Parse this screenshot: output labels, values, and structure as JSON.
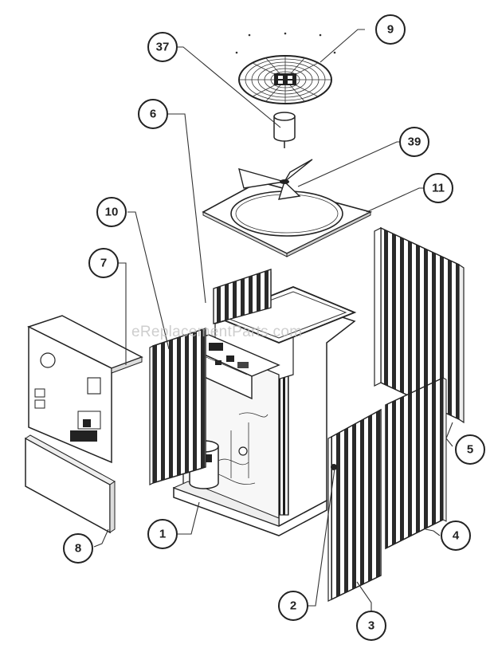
{
  "watermark": "eReplacementParts.com",
  "callouts": [
    {
      "id": "p1",
      "label": "1"
    },
    {
      "id": "p2",
      "label": "2"
    },
    {
      "id": "p3",
      "label": "3"
    },
    {
      "id": "p4",
      "label": "4"
    },
    {
      "id": "p5",
      "label": "5"
    },
    {
      "id": "p6",
      "label": "6"
    },
    {
      "id": "p7",
      "label": "7"
    },
    {
      "id": "p8",
      "label": "8"
    },
    {
      "id": "p9",
      "label": "9"
    },
    {
      "id": "p10",
      "label": "10"
    },
    {
      "id": "p11",
      "label": "11"
    },
    {
      "id": "p37",
      "label": "37"
    },
    {
      "id": "p39",
      "label": "39"
    }
  ]
}
